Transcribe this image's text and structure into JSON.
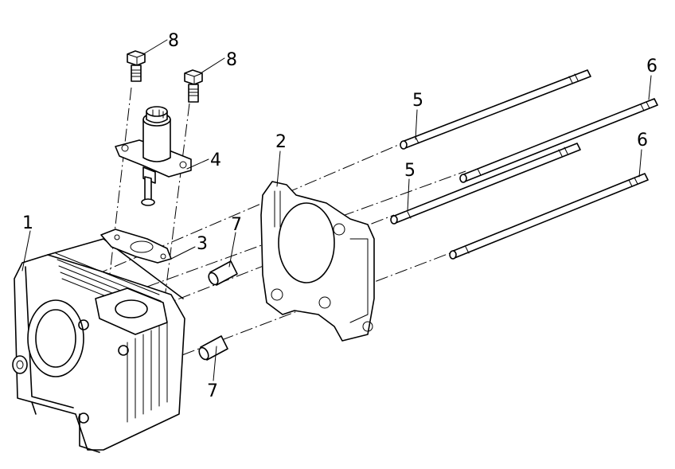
{
  "callouts": [
    {
      "id": "c1",
      "text": "1"
    },
    {
      "id": "c2",
      "text": "2"
    },
    {
      "id": "c3",
      "text": "3"
    },
    {
      "id": "c4",
      "text": "4"
    },
    {
      "id": "c5a",
      "text": "5"
    },
    {
      "id": "c5b",
      "text": "5"
    },
    {
      "id": "c6a",
      "text": "6"
    },
    {
      "id": "c6b",
      "text": "6"
    },
    {
      "id": "c7a",
      "text": "7"
    },
    {
      "id": "c7b",
      "text": "7"
    },
    {
      "id": "c8a",
      "text": "8"
    },
    {
      "id": "c8b",
      "text": "8"
    }
  ]
}
